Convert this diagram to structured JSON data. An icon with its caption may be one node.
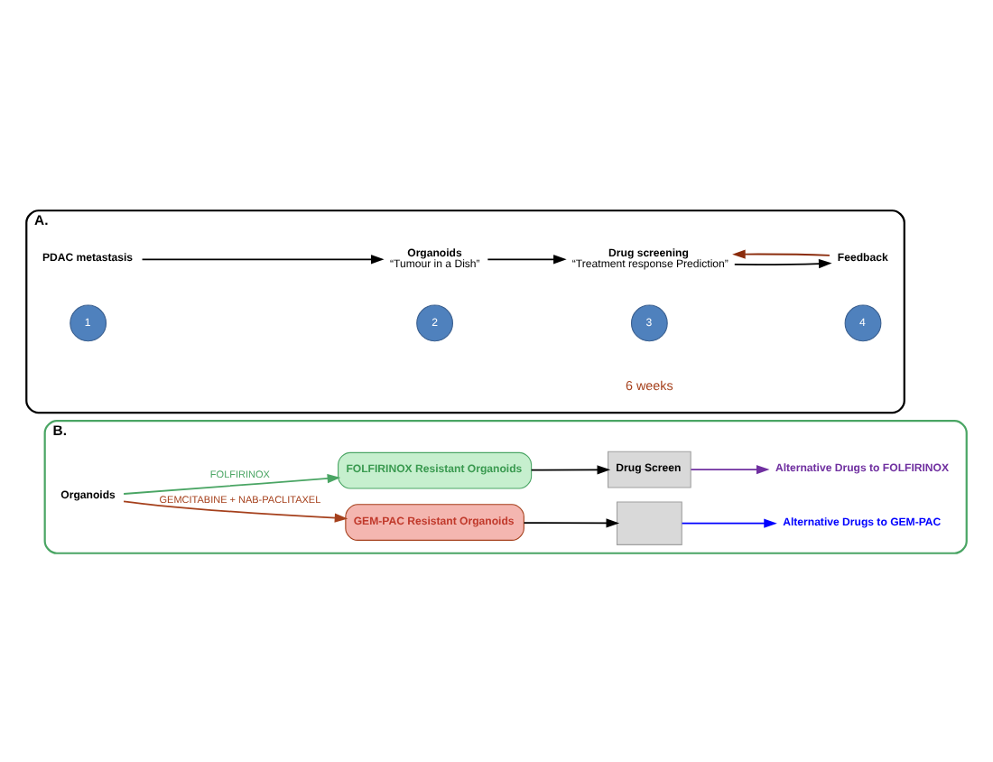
{
  "diagram": {
    "nodes": [
      {
        "text": [
          "A."
        ]
      },
      {
        "text": [
          "1"
        ],
        "in": 0
      },
      {
        "text": [
          "2"
        ],
        "in": 0
      },
      {
        "text": [
          "3"
        ],
        "in": 0
      },
      {
        "text": [
          "4"
        ],
        "in": 0
      },
      {
        "text": [
          "PDAC metastasis"
        ],
        "in": 0
      },
      {
        "text": [
          "Organoids",
          "“Tumour in a Dish”"
        ],
        "in": 0
      },
      {
        "text": [
          "Drug screening",
          "“Treatment response Prediction”"
        ],
        "in": 0
      },
      {
        "text": [
          "Feedback"
        ],
        "in": 0
      },
      {
        "text": [
          "B."
        ]
      },
      {
        "text": [
          "Organoids"
        ],
        "in": 9
      },
      {
        "text": [
          "FOLFIRINOX Resistant Organoids"
        ],
        "in": 9
      },
      {
        "text": [
          "GEM-PAC Resistant Organoids"
        ],
        "in": 9
      },
      {
        "text": [
          "Drug Screen"
        ],
        "in": 9
      },
      {
        "text": [],
        "shape": "box",
        "in": 9
      },
      {
        "text": [
          "Alternative Drugs to FOLFIRINOX"
        ],
        "in": 9
      },
      {
        "text": [
          "Alternative Drugs to GEM-PAC"
        ],
        "in": 9
      }
    ],
    "edges": [
      {
        "from": 5,
        "to": 6,
        "arrow": "to"
      },
      {
        "from": 6,
        "to": 7,
        "arrow": "to"
      },
      {
        "from": 7,
        "to": 8,
        "arrow": "to"
      },
      {
        "from": 8,
        "to": 7,
        "arrow": "to",
        "color": "#8b2c0c"
      },
      {
        "from": 10,
        "to": 11,
        "arrow": "to",
        "label": "FOLFIRINOX",
        "color": "#4aa564"
      },
      {
        "from": 10,
        "to": 12,
        "arrow": "to",
        "label": "GEMCITABINE + NAB-PACLITAXEL",
        "color": "#a5401c"
      },
      {
        "from": 11,
        "to": 13,
        "arrow": "to"
      },
      {
        "from": 12,
        "to": 14,
        "arrow": "to"
      },
      {
        "from": 13,
        "to": 15,
        "arrow": "to",
        "color": "#7030a0"
      },
      {
        "from": 14,
        "to": 16,
        "arrow": "to",
        "color": "#0000ff"
      }
    ],
    "labels": [
      "6 weeks"
    ]
  }
}
